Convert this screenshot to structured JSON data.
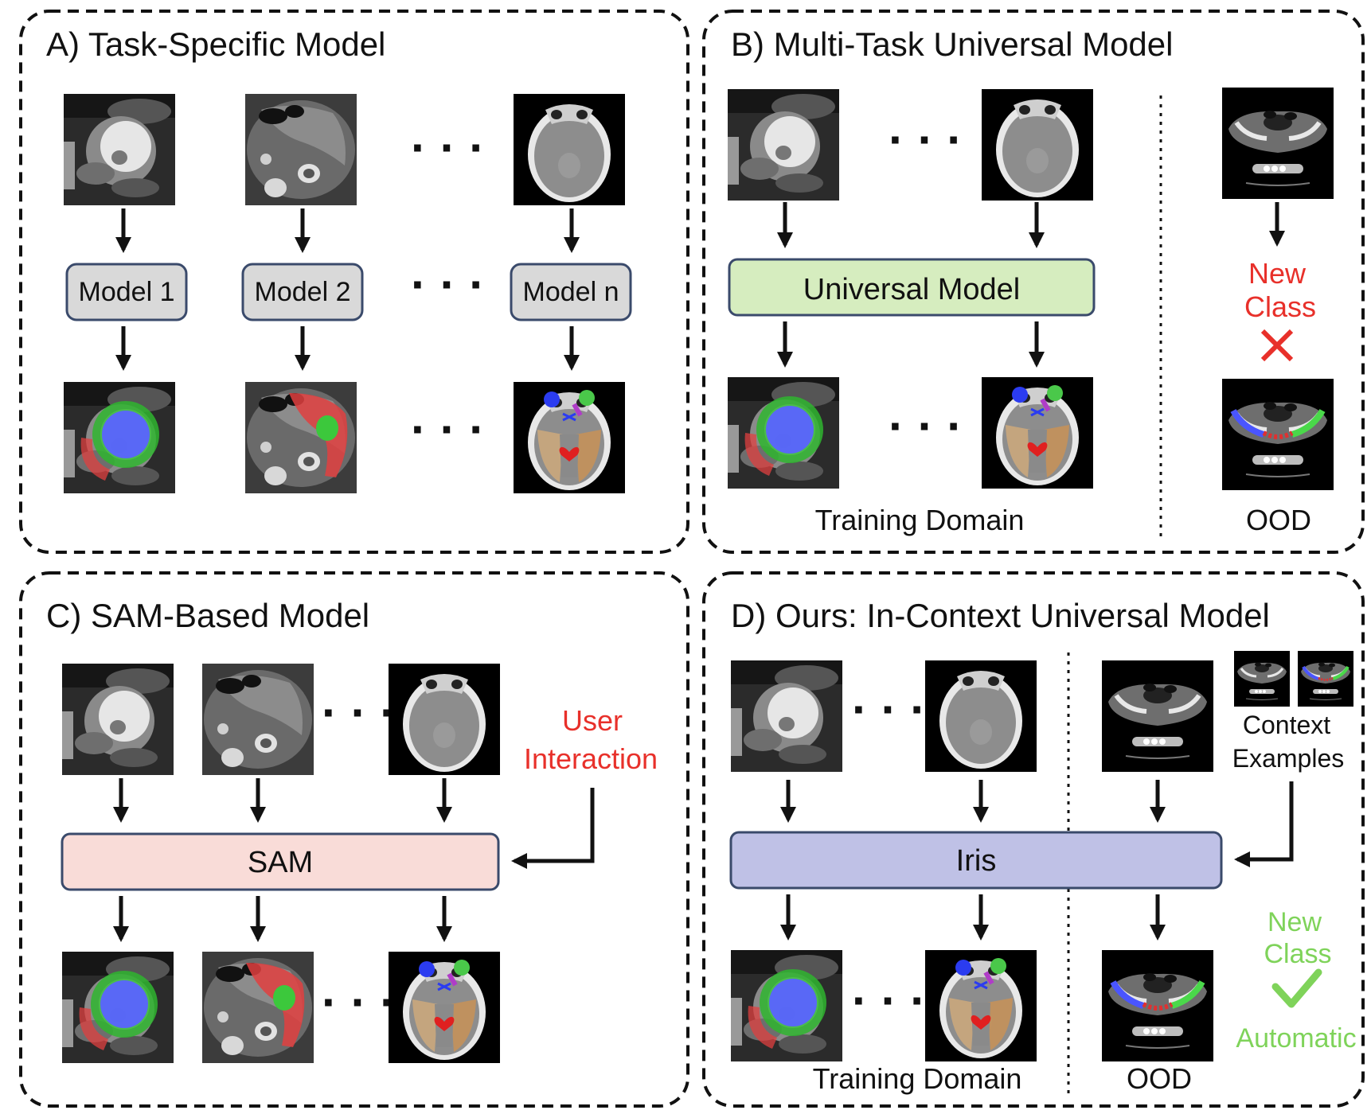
{
  "panels": {
    "a": {
      "title": "A) Task-Specific Model",
      "models": [
        "Model 1",
        "Model 2",
        "Model n"
      ]
    },
    "b": {
      "title": "B) Multi-Task Universal Model",
      "model": "Universal Model",
      "training": "Training Domain",
      "ood": "OOD",
      "new_class": [
        "New",
        "Class"
      ]
    },
    "c": {
      "title": "C) SAM-Based Model",
      "model": "SAM",
      "user_interaction": [
        "User",
        "Interaction"
      ]
    },
    "d": {
      "title": "D) Ours: In-Context Universal Model",
      "model": "Iris",
      "training": "Training Domain",
      "ood": "OOD",
      "context": [
        "Context",
        "Examples"
      ],
      "new_class": [
        "New",
        "Class"
      ],
      "automatic": "Automatic"
    }
  },
  "ellipsis": "· · ·",
  "colors": {
    "universal_model": "#d6edbf",
    "sam": "#f9dcd8",
    "iris": "#bfc1e6",
    "model_box": "#d9d9d9",
    "box_border": "#3a4a6b",
    "red": "#e8302a",
    "green": "#7fd35a"
  }
}
